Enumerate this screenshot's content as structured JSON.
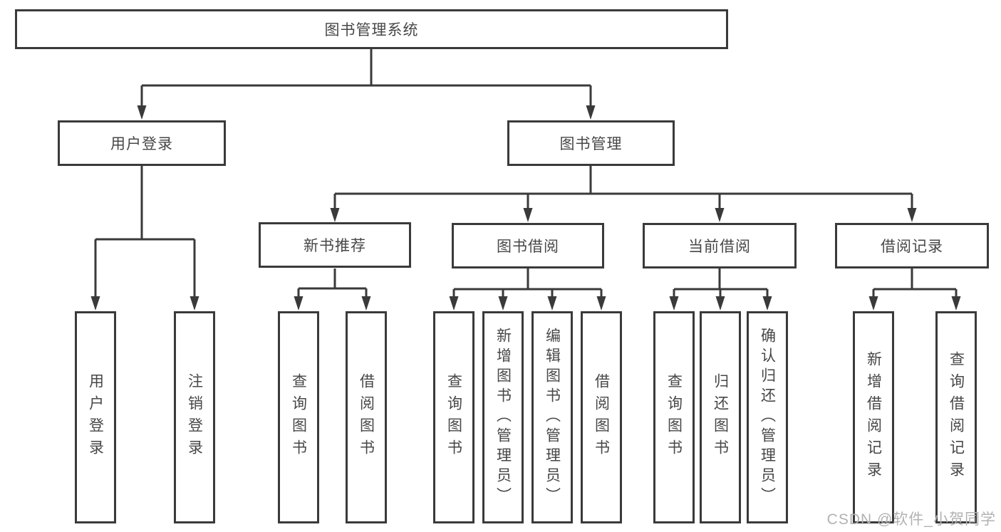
{
  "root": {
    "label": "图书管理系统"
  },
  "level2": {
    "user_login": "用户登录",
    "book_mgmt": "图书管理"
  },
  "level3": {
    "new_books": "新书推荐",
    "book_borrow": "图书借阅",
    "current_borrow": "当前借阅",
    "borrow_records": "借阅记录"
  },
  "leaves": {
    "user_login_1": "用户登录",
    "user_login_2": "注销登录",
    "new_books_1": "查询图书",
    "new_books_2": "借阅图书",
    "book_borrow_1": "查询图书",
    "book_borrow_2": "新增图书（管理员）",
    "book_borrow_3": "编辑图书（管理员）",
    "book_borrow_4": "借阅图书",
    "current_borrow_1": "查询图书",
    "current_borrow_2": "归还图书",
    "current_borrow_3": "确认归还（管理员）",
    "borrow_records_1": "新增借阅记录",
    "borrow_records_2": "查询借阅记录"
  },
  "watermark": "CSDN @软件_小贺同学",
  "colors": {
    "line": "#3a3a3a",
    "text": "#474747",
    "watermark": "#b2b2b2",
    "background": "#ffffff"
  }
}
